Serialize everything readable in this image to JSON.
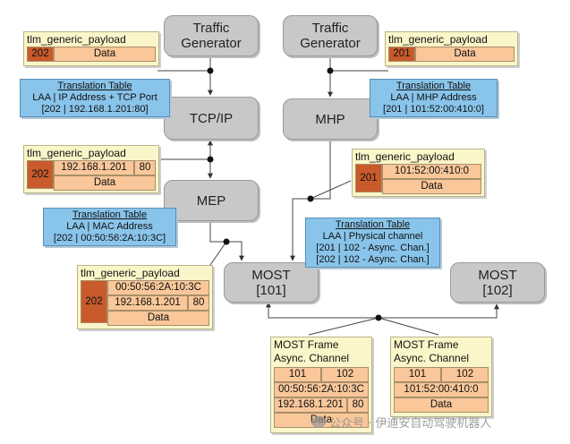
{
  "nodes": {
    "traffic_gen_left": [
      "Traffic",
      "Generator"
    ],
    "traffic_gen_right": [
      "Traffic",
      "Generator"
    ],
    "tcpip": "TCP/IP",
    "mhp": "MHP",
    "mep": "MEP",
    "most101": [
      "MOST",
      "[101]"
    ],
    "most102": [
      "MOST",
      "[102]"
    ]
  },
  "notes": {
    "tcp": {
      "title": "Translation Table",
      "lines": [
        "LAA | IP Address + TCP Port",
        "[202 | 192.168.1.201:80]"
      ]
    },
    "mhp": {
      "title": "Translation Table",
      "lines": [
        "LAA | MHP Address",
        "[201 | 101:52:00:410:0]"
      ]
    },
    "mac": {
      "title": "Translation Table",
      "lines": [
        "LAA | MAC Address",
        "[202 | 00:50:56:2A:10:3C]"
      ]
    },
    "phys": {
      "title": "Translation Table",
      "lines": [
        "LAA | Physical channel",
        "[201 | 102 - Async. Chan.]",
        "[202 | 102 - Async. Chan.]"
      ]
    }
  },
  "payloads": {
    "p1": {
      "title": "tlm_generic_payload",
      "laa": "202",
      "data": "Data"
    },
    "p2": {
      "title": "tlm_generic_payload",
      "laa": "201",
      "data": "Data"
    },
    "p3": {
      "title": "tlm_generic_payload",
      "laa": "202",
      "ip": "192.168.1.201",
      "port": "80",
      "data": "Data"
    },
    "p4": {
      "title": "tlm_generic_payload",
      "laa": "201",
      "mhp": "101:52:00:410:0",
      "data": "Data"
    },
    "p5": {
      "title": "tlm_generic_payload",
      "laa": "202",
      "mac": "00:50:56:2A:10:3C",
      "ip": "192.168.1.201",
      "port": "80",
      "data": "Data"
    }
  },
  "frames": {
    "f1": {
      "title": [
        "MOST Frame",
        "Async. Channel"
      ],
      "src": "101",
      "dst": "102",
      "mac": "00:50:56:2A:10:3C",
      "ip": "192.168.1.201",
      "port": "80",
      "data": "Data"
    },
    "f2": {
      "title": [
        "MOST Frame",
        "Async. Channel"
      ],
      "src": "101",
      "dst": "102",
      "mhp": "101:52:00:410:0",
      "data": "Data"
    }
  },
  "watermark": "公众号 · 伊迪安自动驾驶机器人",
  "colors": {
    "node": "#c8c8c8",
    "note": "#89c4ea",
    "payload": "#fbf6c9",
    "cell": "#f9c79a",
    "laa": "#c85a2c"
  }
}
